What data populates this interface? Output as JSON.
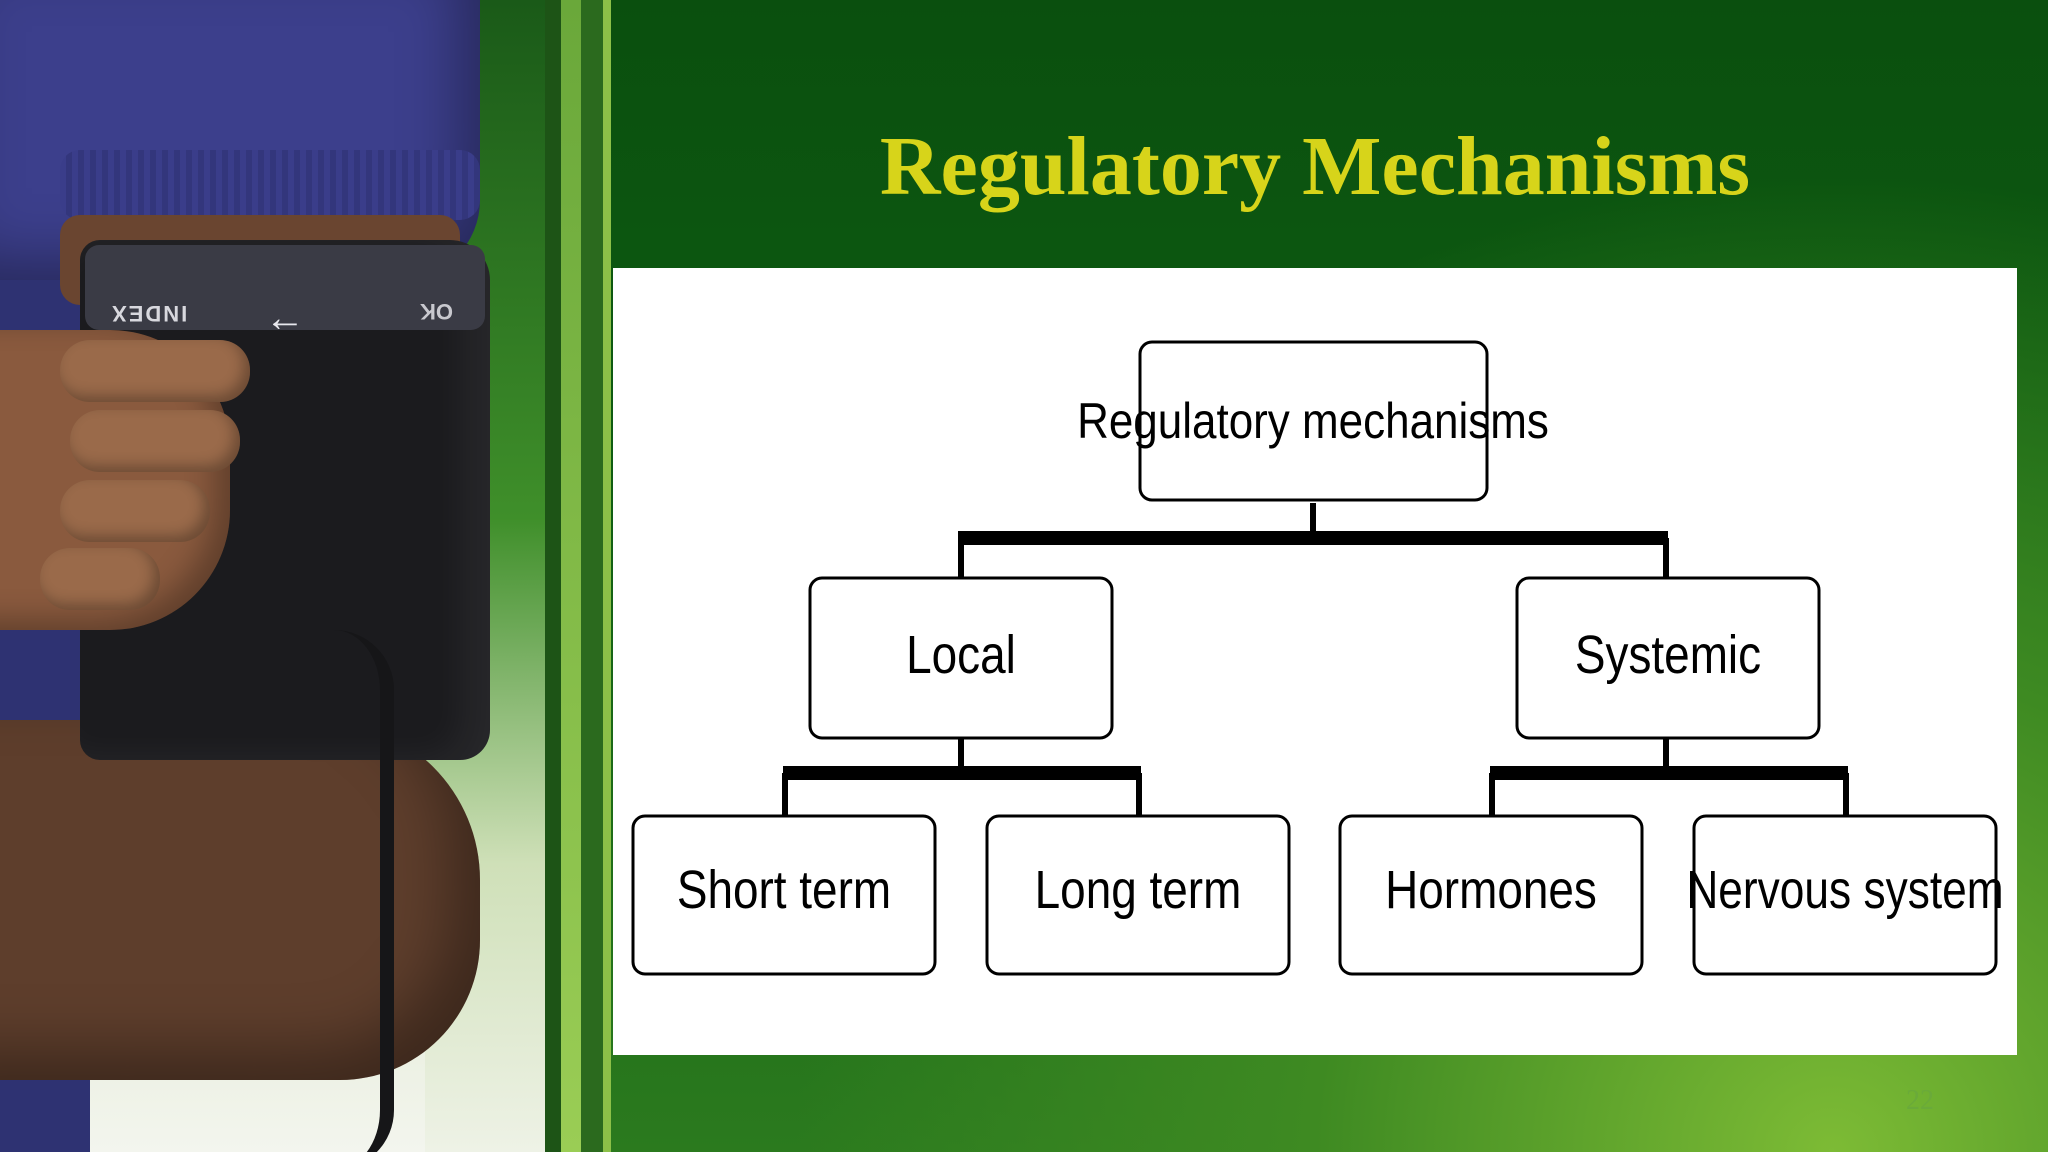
{
  "slide": {
    "title": "Regulatory Mechanisms",
    "page_number": "22"
  },
  "photo": {
    "cuff_text": "INDEX",
    "cuff_text_2": "OK"
  },
  "diagram": {
    "root": "Regulatory mechanisms",
    "level1": [
      "Local",
      "Systemic"
    ],
    "level2": [
      "Short term",
      "Long term",
      "Hormones",
      "Nervous system"
    ]
  }
}
